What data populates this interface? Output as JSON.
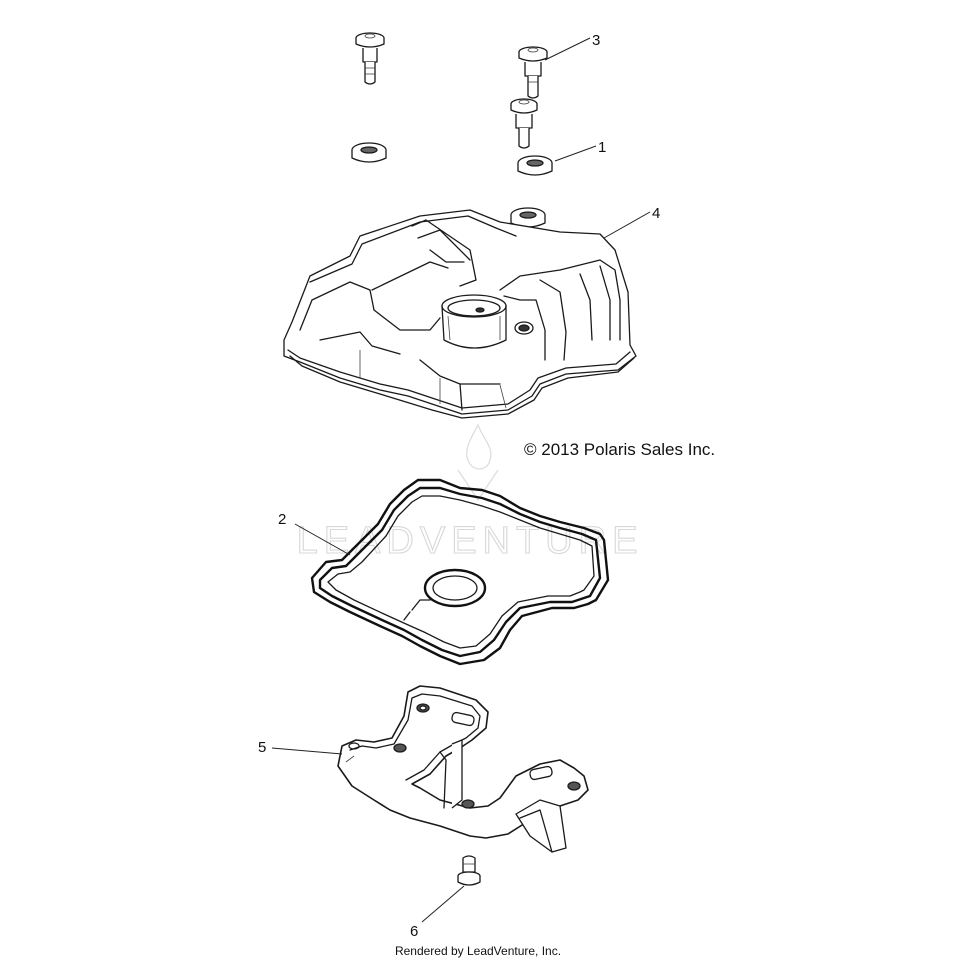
{
  "diagram": {
    "copyright": "© 2013 Polaris Sales Inc.",
    "rendered_by": "Rendered by LeadVenture, Inc.",
    "watermark": "LEADVENTURE",
    "callouts": {
      "c1": "1",
      "c2": "2",
      "c3": "3",
      "c4": "4",
      "c5": "5",
      "c6": "6"
    }
  },
  "colors": {
    "line": "#1a1a1a",
    "watermark": "#d8d8d8",
    "background": "#ffffff"
  }
}
